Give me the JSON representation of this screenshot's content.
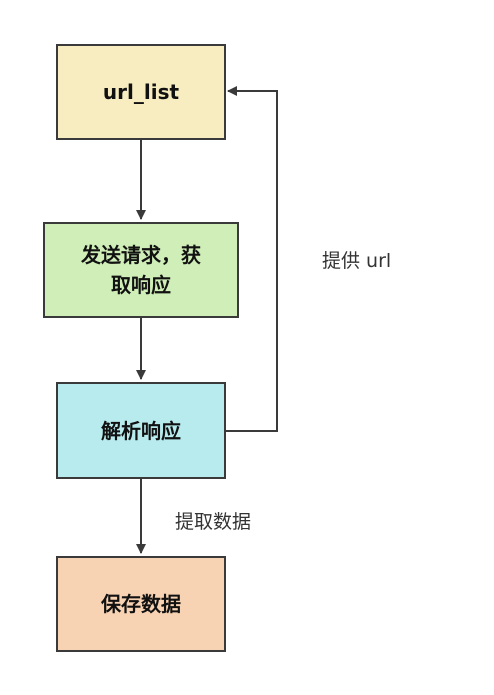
{
  "diagram": {
    "nodes": [
      {
        "id": "url-list",
        "label": "url_list",
        "fill": "#f7edc0"
      },
      {
        "id": "send-request",
        "label": "发送请求，获\n取响应",
        "fill": "#cfeeb8"
      },
      {
        "id": "parse-response",
        "label": "解析响应",
        "fill": "#b8ebee"
      },
      {
        "id": "save-data",
        "label": "保存数据",
        "fill": "#f8d3b3"
      }
    ],
    "edge_labels": {
      "feedback": "提供 url",
      "extract": "提取数据"
    },
    "edges": [
      {
        "from": "url-list",
        "to": "send-request"
      },
      {
        "from": "send-request",
        "to": "parse-response"
      },
      {
        "from": "parse-response",
        "to": "save-data",
        "label": "提取数据"
      },
      {
        "from": "parse-response",
        "to": "url-list",
        "label": "提供 url"
      }
    ],
    "colors": {
      "stroke": "#3a3a3a",
      "text": "#111111",
      "edge_label_text": "#333333"
    }
  }
}
